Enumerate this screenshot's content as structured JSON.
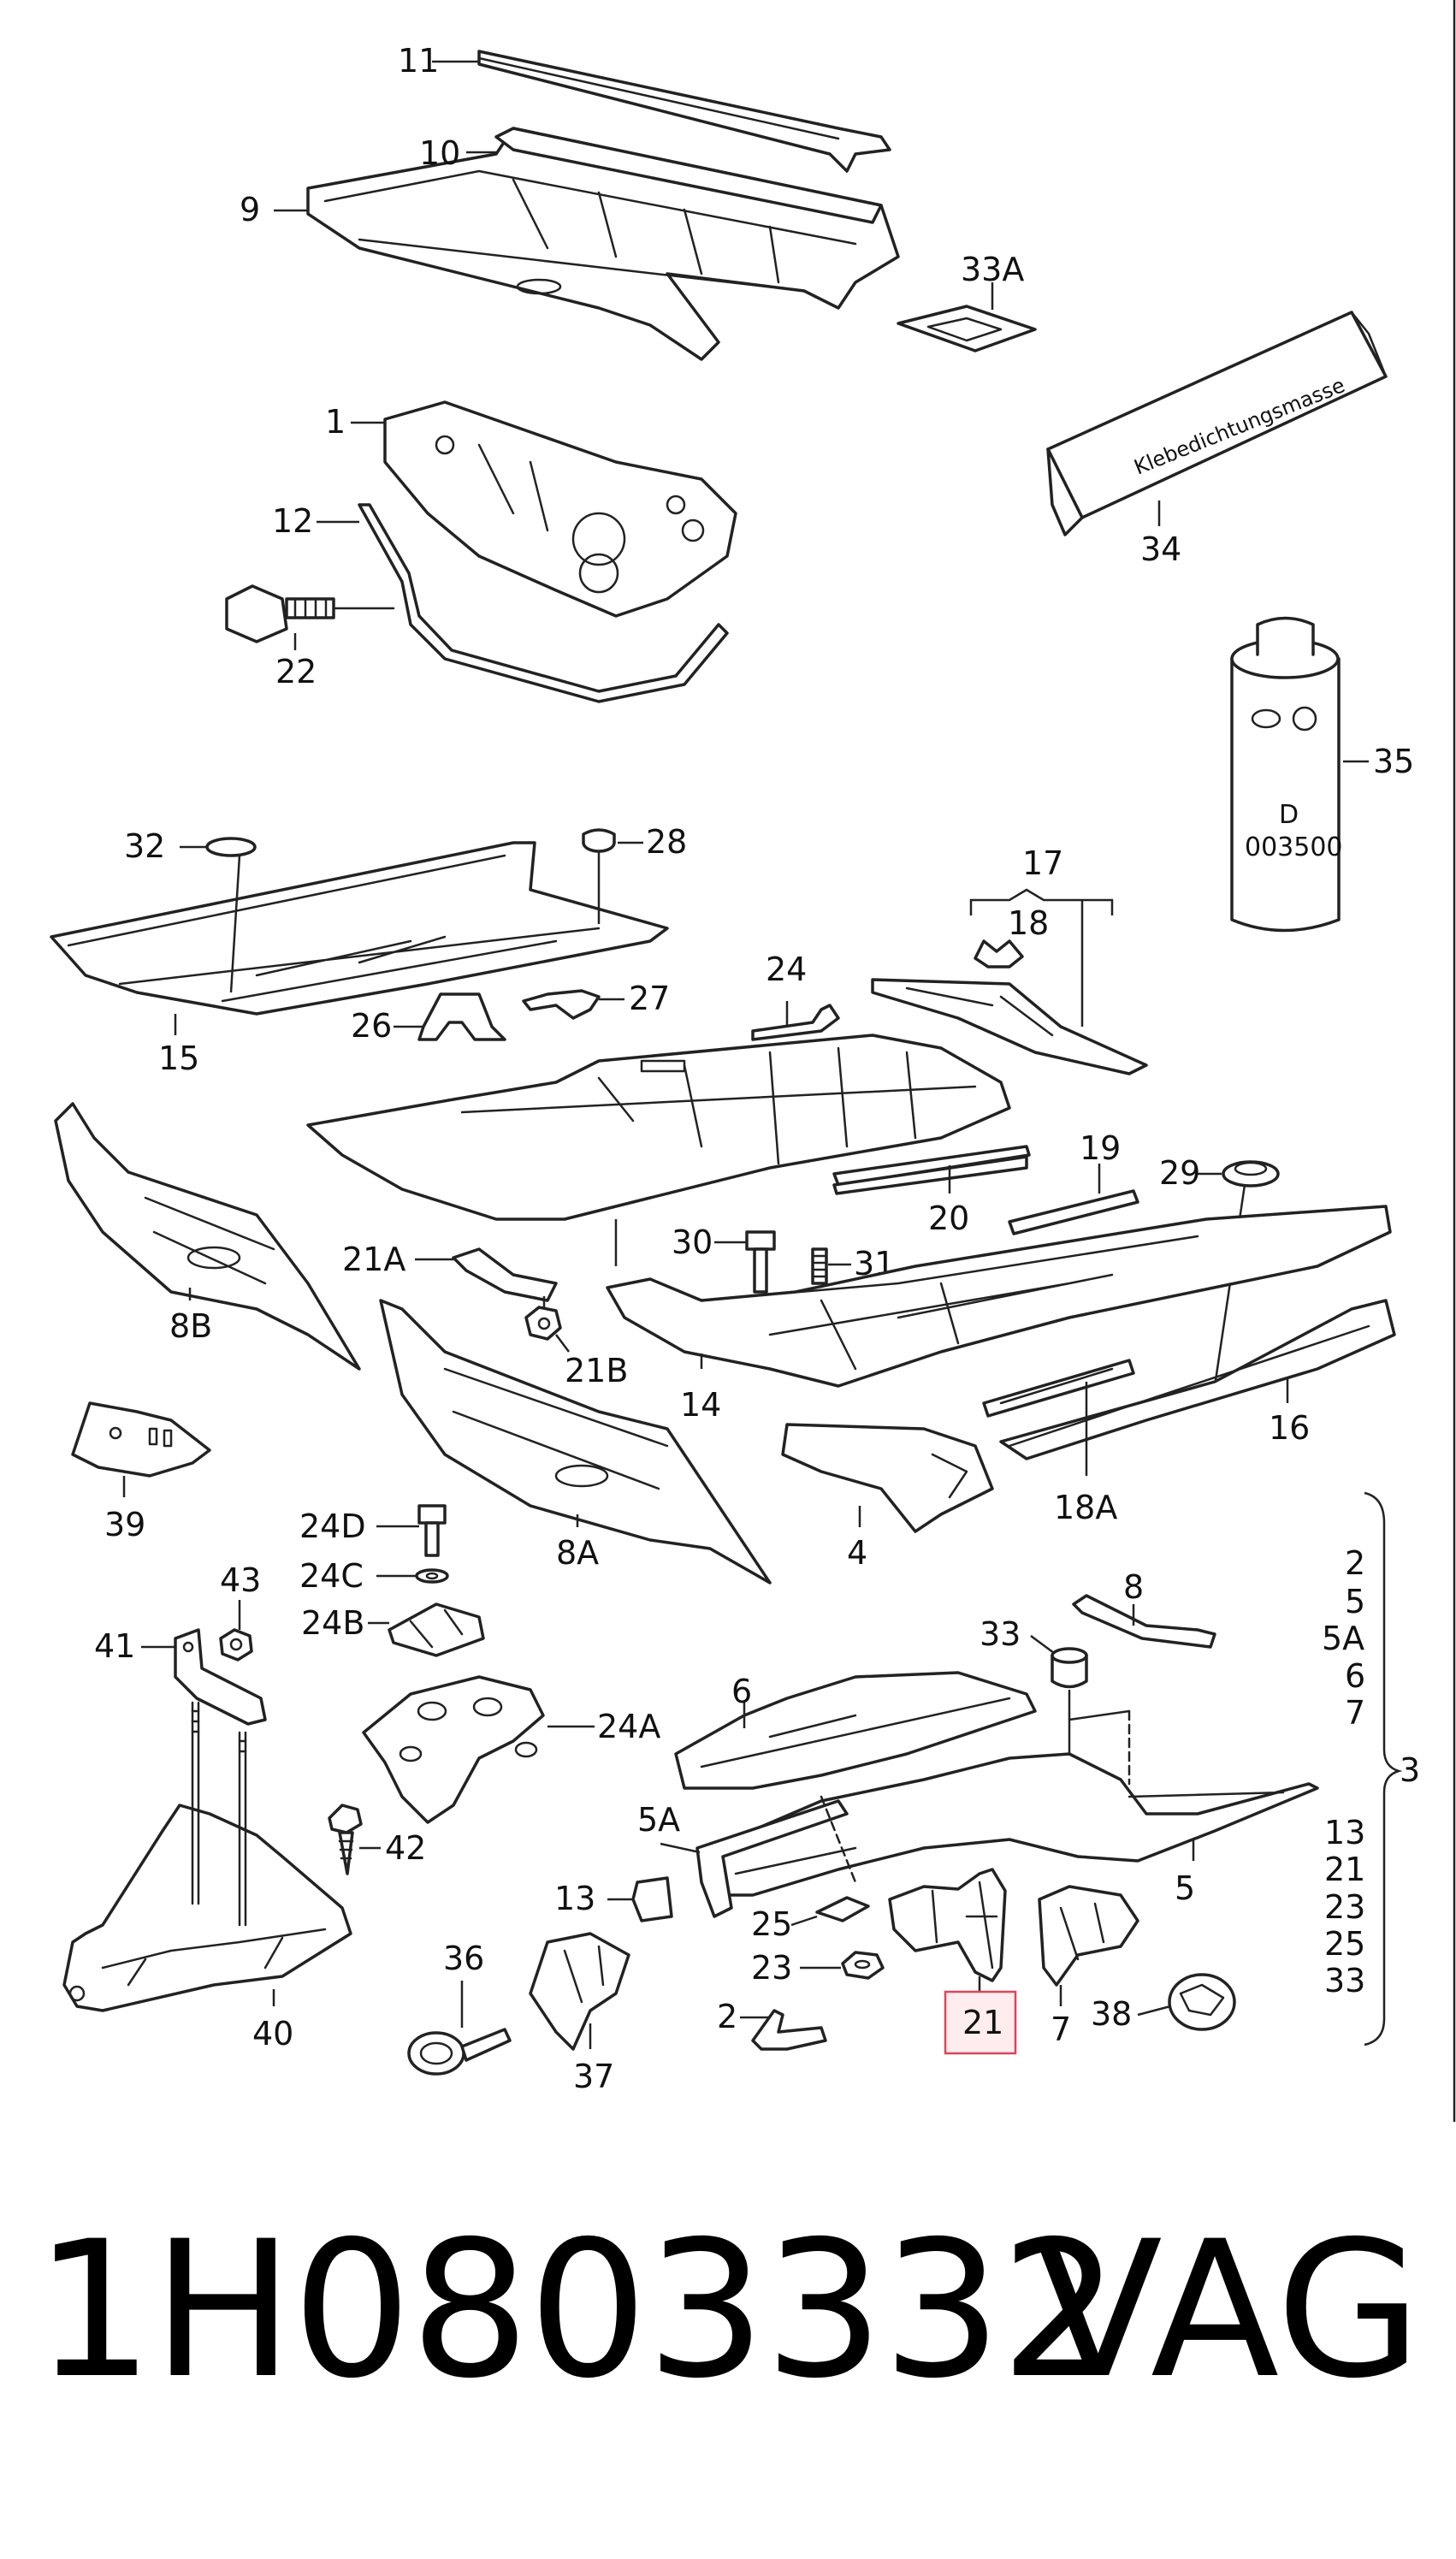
{
  "diagram": {
    "labels": {
      "p11": "11",
      "p10": "10",
      "p9": "9",
      "p33A": "33A",
      "p34": "34",
      "p1": "1",
      "p12": "12",
      "p22": "22",
      "p35": "35",
      "p32": "32",
      "p28": "28",
      "p17": "17",
      "p18": "18",
      "p24": "24",
      "p27": "27",
      "p26": "26",
      "p15": "15",
      "p19": "19",
      "p29": "29",
      "p20": "20",
      "p21A": "21A",
      "p30": "30",
      "p31": "31",
      "p8B": "8B",
      "p21B": "21B",
      "p14": "14",
      "p16": "16",
      "p18A": "18A",
      "p4": "4",
      "p39": "39",
      "p24D": "24D",
      "p24C": "24C",
      "p24B": "24B",
      "p8A": "8A",
      "p43": "43",
      "p41": "41",
      "p8": "8",
      "p33": "33",
      "p6": "6",
      "p24A": "24A",
      "p42": "42",
      "p5A": "5A",
      "p5": "5",
      "p13": "13",
      "p25": "25",
      "p23": "23",
      "p36": "36",
      "p2": "2",
      "p21": "21",
      "p7": "7",
      "p38": "38",
      "p37": "37",
      "p40": "40",
      "p3": "3"
    },
    "group3_items": [
      "2",
      "5",
      "5A",
      "6",
      "7",
      "13",
      "21",
      "23",
      "25",
      "33"
    ],
    "sealant_tube_text": "Klebedichtungsmasse",
    "can_text_line1": "D",
    "can_text_line2": "003500",
    "highlighted_part": "21",
    "highlight_color": "#d9475a"
  },
  "footer": {
    "part_number": "1H0803332",
    "brand": "VAG"
  }
}
